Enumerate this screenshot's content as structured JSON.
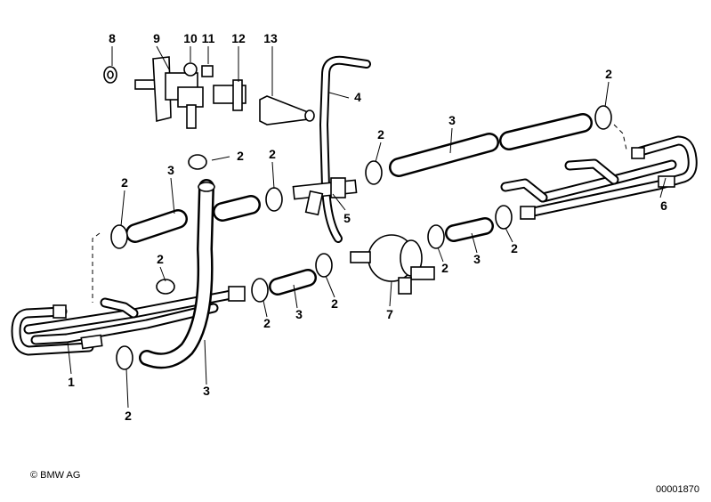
{
  "callouts": {
    "c1": "1",
    "c2": "2",
    "c3": "3",
    "c4": "4",
    "c5": "5",
    "c6": "6",
    "c7": "7",
    "c8": "8",
    "c9": "9",
    "c10": "10",
    "c11": "11",
    "c12": "12",
    "c13": "13"
  },
  "footer": {
    "copyright": "© BMW AG",
    "drawing_number": "00001870"
  }
}
